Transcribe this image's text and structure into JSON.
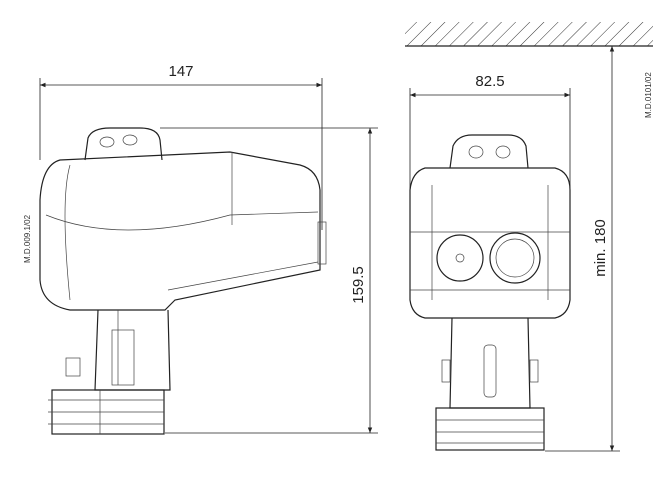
{
  "side_view": {
    "width_label": "147",
    "height_label": "159.5",
    "drawing_code": "M.D.009.1/02"
  },
  "front_view": {
    "width_label": "82.5",
    "clearance_label": "min. 180",
    "drawing_code": "M.D.0101/02"
  }
}
